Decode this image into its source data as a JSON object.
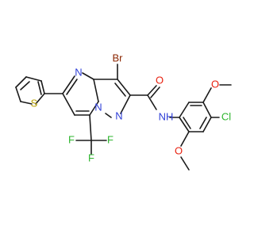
{
  "molecule": {
    "atoms": {
      "br": {
        "text": "Br",
        "color": "#8B2500"
      },
      "n_pyr_top": {
        "text": "N",
        "color": "#2F3FD8"
      },
      "n_bridge": {
        "text": "N",
        "color": "#2F3FD8"
      },
      "n_pyrazole": {
        "text": "N",
        "color": "#2F3FD8"
      },
      "o_carbonyl": {
        "text": "O",
        "color": "#E8200F"
      },
      "nh": {
        "text": "NH",
        "color": "#2F3FD8"
      },
      "s_thiophene": {
        "text": "S",
        "color": "#B8A000"
      },
      "f1": {
        "text": "F",
        "color": "#2DB52D"
      },
      "f2": {
        "text": "F",
        "color": "#2DB52D"
      },
      "f3": {
        "text": "F",
        "color": "#2DB52D"
      },
      "cl": {
        "text": "Cl",
        "color": "#2DB52D"
      },
      "o_methoxy_top": {
        "text": "O",
        "color": "#E8200F"
      },
      "o_methoxy_bottom": {
        "text": "O",
        "color": "#E8200F"
      }
    }
  }
}
